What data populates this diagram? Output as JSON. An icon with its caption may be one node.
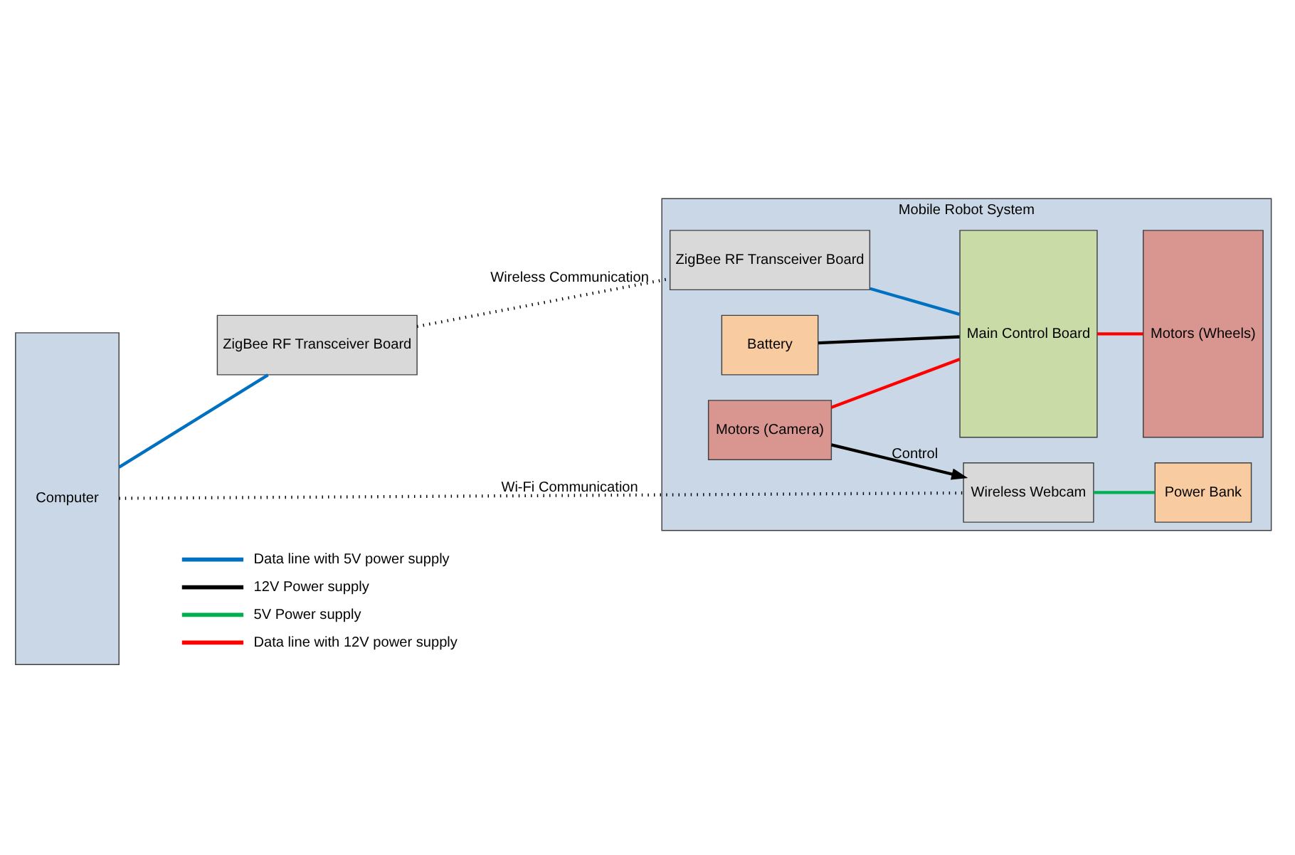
{
  "diagram": {
    "nodes": [
      {
        "text": [
          "Computer"
        ]
      },
      {
        "text": [
          "ZigBee RF Transceiver Board"
        ]
      },
      {
        "text": [
          "Mobile Robot System"
        ]
      },
      {
        "text": [
          "Wireless Webcam"
        ],
        "in": 2
      },
      {
        "text": [
          "Power Bank"
        ],
        "in": 2
      },
      {
        "text": [
          "Battery"
        ],
        "in": 2
      },
      {
        "text": [
          "Motors (Camera)"
        ],
        "in": 2
      },
      {
        "text": [
          "Main Control Board"
        ],
        "in": 2
      },
      {
        "text": [
          "Motors (Wheels)"
        ],
        "in": 2
      },
      {
        "text": [
          "ZigBee RF Transceiver Board"
        ],
        "in": 2
      }
    ],
    "edges": [
      {
        "from": 0,
        "to": 3,
        "arrow": "none",
        "label": "Wi-Fi Communication",
        "style": "dashed"
      },
      {
        "from": 3,
        "to": 4,
        "arrow": "none",
        "color": "#00b050"
      },
      {
        "from": 5,
        "to": 7,
        "arrow": "none"
      },
      {
        "from": 6,
        "to": 3,
        "arrow": "to",
        "label": "Control"
      },
      {
        "from": 6,
        "to": 7,
        "arrow": "none",
        "color": "#ff0000"
      },
      {
        "from": 7,
        "to": 8,
        "arrow": "none",
        "color": "#ff0000"
      },
      {
        "from": 0,
        "to": 1,
        "arrow": "none",
        "color": "#0070c0"
      },
      {
        "from": 1,
        "to": 9,
        "arrow": "none",
        "label": "Wireless Communication",
        "style": "dashed"
      },
      {
        "from": 9,
        "to": 7,
        "arrow": "none",
        "color": "#0070c0"
      }
    ],
    "legend": [
      {
        "text": "Data line with 5V power supply",
        "color": "#0070c0"
      },
      {
        "text": "12V Power supply",
        "color": "#000000"
      },
      {
        "text": "5V Power supply",
        "color": "#00b050"
      },
      {
        "text": "Data line with 12V power supply",
        "color": "#ff0000"
      }
    ]
  }
}
